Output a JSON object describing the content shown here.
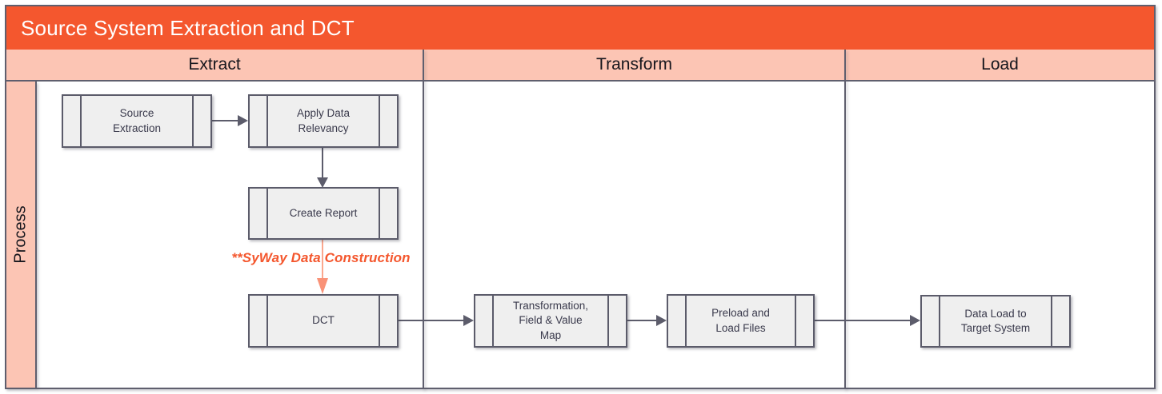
{
  "diagram": {
    "title": "Source System Extraction and DCT",
    "lane": {
      "label": "Process"
    },
    "columns": [
      {
        "label": "Extract"
      },
      {
        "label": "Transform"
      },
      {
        "label": "Load"
      }
    ],
    "nodes": [
      {
        "id": "source-extraction",
        "shape": "predefined-process",
        "label": "Source\nExtraction",
        "column": "Extract"
      },
      {
        "id": "apply-data-relevancy",
        "shape": "predefined-process",
        "label": "Apply Data\nRelevancy",
        "column": "Extract"
      },
      {
        "id": "create-report",
        "shape": "predefined-process",
        "label": "Create Report",
        "column": "Extract"
      },
      {
        "id": "dct",
        "shape": "predefined-process",
        "label": "DCT",
        "column": "Extract"
      },
      {
        "id": "transformation-field-value-map",
        "shape": "predefined-process",
        "label": "Transformation,\nField & Value\nMap",
        "column": "Transform"
      },
      {
        "id": "preload-and-load-files",
        "shape": "predefined-process",
        "label": "Preload and\nLoad Files",
        "column": "Transform"
      },
      {
        "id": "data-load-to-target-system",
        "shape": "predefined-process",
        "label": "Data Load to\nTarget System",
        "column": "Load"
      }
    ],
    "edges": [
      {
        "from": "source-extraction",
        "to": "apply-data-relevancy",
        "color": "dark"
      },
      {
        "from": "apply-data-relevancy",
        "to": "create-report",
        "color": "dark"
      },
      {
        "from": "create-report",
        "to": "dct",
        "color": "soft-orange"
      },
      {
        "from": "dct",
        "to": "transformation-field-value-map",
        "color": "dark"
      },
      {
        "from": "transformation-field-value-map",
        "to": "preload-and-load-files",
        "color": "dark"
      },
      {
        "from": "preload-and-load-files",
        "to": "data-load-to-target-system",
        "color": "dark"
      }
    ],
    "annotation": {
      "text": "**SyWay Data Construction"
    },
    "colors": {
      "title_bg": "#f4572e",
      "title_text": "#ffffff",
      "lane_bg": "#fcc5b4",
      "frame_border": "#5f5f6e",
      "node_fill": "#efefef",
      "node_border": "#5b5b6a",
      "node_text": "#3a3a4c",
      "connector": "#5c5c6b",
      "soft_connector": "#f99277",
      "annotation_text": "#f4572e"
    }
  }
}
